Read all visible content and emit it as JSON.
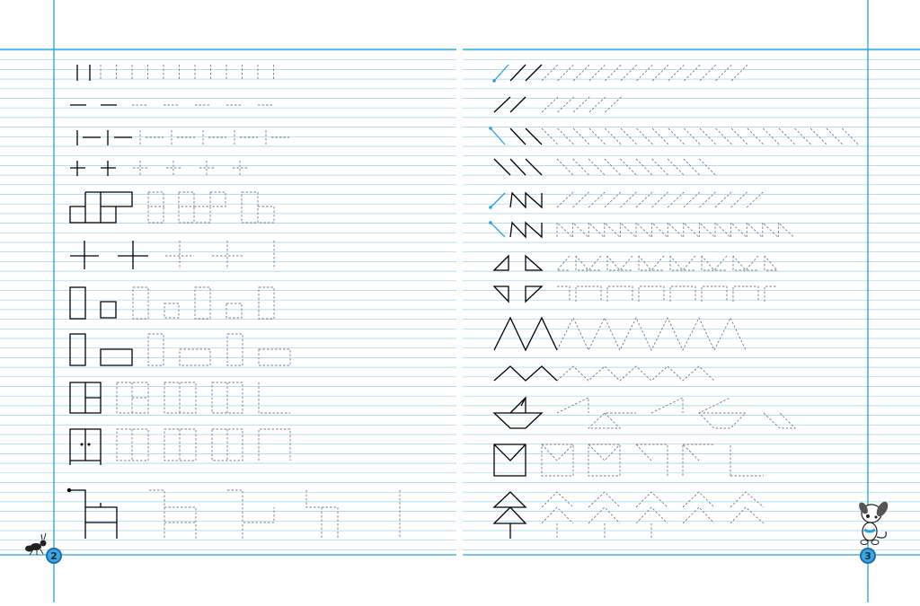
{
  "spread": {
    "left_page": {
      "page_number": "2",
      "mascot_icon": "ant-icon"
    },
    "right_page": {
      "page_number": "3",
      "mascot_icon": "dog-icon"
    }
  },
  "colors": {
    "ruling": "#9fd0ee",
    "margin": "#2aa0df",
    "ink": "#000000",
    "trace": "#7a7a7a",
    "start_hint": "#2aa0df",
    "badge": "#3aa9e0"
  },
  "worksheet": {
    "task": "trace-dotted-patterns",
    "left_rows": [
      "vertical-strokes",
      "horizontal-dashes",
      "vertical-horizontal-pairs",
      "plus-signs",
      "step-blocks",
      "large-crosses",
      "tall-rect-small-square",
      "tall-rect-wide-rect",
      "window-frames",
      "cabinets-with-dots",
      "chair-figures"
    ],
    "right_rows": [
      "forward-slashes",
      "forward-slashes-short",
      "back-slashes",
      "back-slashes-short",
      "zigzag-forward",
      "zigzag-back",
      "triangle-pairs-up",
      "triangle-pairs-down",
      "mountains-large",
      "mountains-small",
      "boats",
      "envelopes",
      "fir-trees"
    ]
  }
}
